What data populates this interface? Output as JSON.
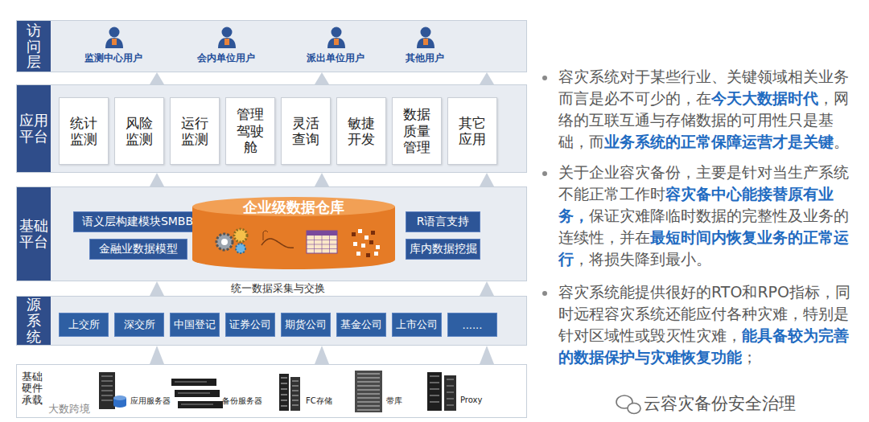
{
  "diagram": {
    "nodes": [
      {
        "text": [
          "访问层"
        ]
      },
      {
        "text": [
          "应用平台"
        ]
      },
      {
        "text": [
          "统计监测"
        ],
        "in": 1
      },
      {
        "text": [
          "风险监测"
        ],
        "in": 1
      },
      {
        "text": [
          "运行监测"
        ],
        "in": 1
      },
      {
        "text": [
          "管理驾驶舱"
        ],
        "in": 1
      },
      {
        "text": [
          "灵活查询"
        ],
        "in": 1
      },
      {
        "text": [
          "敏捷开发"
        ],
        "in": 1
      },
      {
        "text": [
          "数据质量管理"
        ],
        "in": 1
      },
      {
        "text": [
          "其它应用"
        ],
        "in": 1
      },
      {
        "text": [
          "基础平台"
        ]
      },
      {
        "text": [
          "语义层构建模块SMBB"
        ],
        "in": 10
      },
      {
        "text": [
          "金融业数据模型"
        ],
        "in": 10
      },
      {
        "text": [
          "企业级数据仓库"
        ],
        "in": 10
      },
      {
        "text": [
          "R语言支持"
        ],
        "in": 10
      },
      {
        "text": [
          "库内数据挖掘"
        ],
        "in": 10
      },
      {
        "text": [
          "源系统"
        ]
      },
      {
        "text": [
          "上交所"
        ],
        "in": 16
      },
      {
        "text": [
          "深交所"
        ],
        "in": 16
      },
      {
        "text": [
          "中国登记"
        ],
        "in": 16
      },
      {
        "text": [
          "证券公司"
        ],
        "in": 16
      },
      {
        "text": [
          "期货公司"
        ],
        "in": 16
      },
      {
        "text": [
          "基金公司"
        ],
        "in": 16
      },
      {
        "text": [
          "上市公司"
        ],
        "in": 16
      },
      {
        "text": [
          "......"
        ],
        "in": 16
      },
      {
        "text": [
          "基础硬件承载"
        ]
      }
    ],
    "edges": [
      {
        "from": 1,
        "to": 0,
        "arrow": "to"
      },
      {
        "from": 10,
        "to": 1,
        "arrow": "to"
      },
      {
        "from": 16,
        "to": 10,
        "label": "统一数据采集与交换",
        "arrow": "to"
      },
      {
        "from": 25,
        "to": 16,
        "arrow": "to"
      }
    ],
    "labels": [
      "监测中心用户",
      "会内单位用户",
      "派出单位用户",
      "其他用户",
      "应用服务器",
      "备份服务器",
      "FC存储",
      "带库",
      "Proxy",
      "容灾系统对于某些行业、关键领域相关业务而言是必不可少的，在",
      "今天大数据时代",
      "，网络的互联互通与存储数据的可用性只是基础，而",
      "业务系统的正常保障运营才是关键",
      "。",
      "关于企业容灾备份，主要是针对当生产系统不能正常工作时",
      "容灾备中心能接替原有业务，",
      "保证灾难降临时数据的完整性及业务的连续性，并在",
      "最短时间内恢复业务的正常运行",
      "，将损失降到最小。",
      "容灾系统能提供很好的RTO和RPO指标，同时远程容灾系统还能应付各种灾难，特别是针对区域性或毁灭性灾难，",
      "能具备较为完善的数据保护与灾难恢复功能",
      "；",
      "云容灾备份安全治理",
      "大数跨境"
    ]
  }
}
